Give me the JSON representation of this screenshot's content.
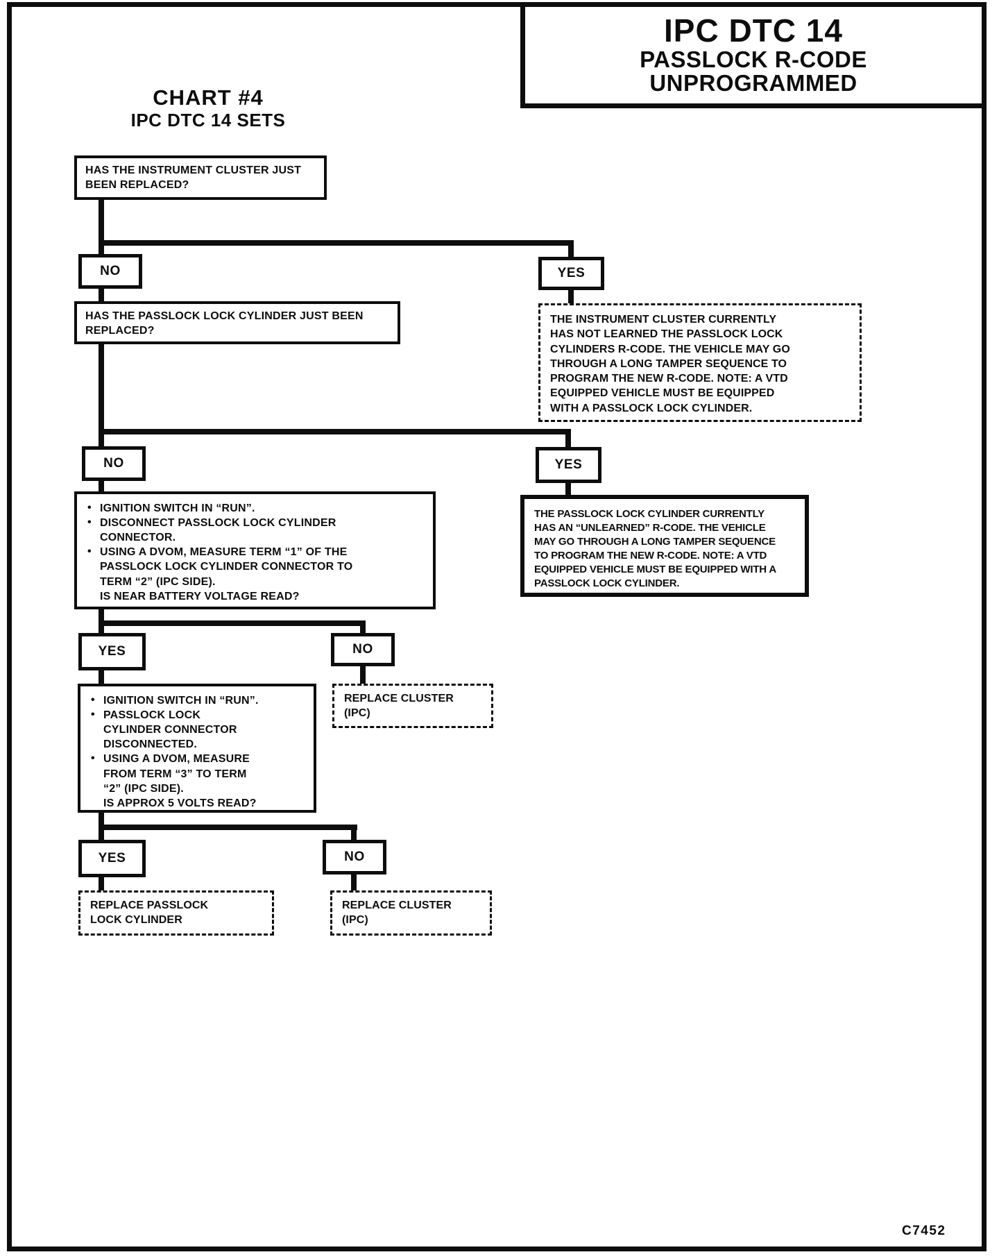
{
  "colors": {
    "ink": "#0d0d0d",
    "paper": "#ffffff"
  },
  "title_box": {
    "line1": "IPC DTC 14",
    "line2": "PASSLOCK R-CODE",
    "line3": "UNPROGRAMMED"
  },
  "chart_heading": {
    "line1": "CHART #4",
    "line2": "IPC DTC 14 SETS"
  },
  "flow": {
    "q1": {
      "text": "HAS THE INSTRUMENT CLUSTER JUST\nBEEN REPLACED?"
    },
    "no1": "NO",
    "yes1": "YES",
    "q2": {
      "text": "HAS THE PASSLOCK LOCK CYLINDER JUST BEEN\nREPLACED?"
    },
    "info_yes1": {
      "lines": [
        "THE INSTRUMENT CLUSTER CURRENTLY",
        "HAS NOT LEARNED THE PASSLOCK LOCK",
        "CYLINDERS R-CODE. THE VEHICLE MAY GO",
        "THROUGH A LONG TAMPER SEQUENCE TO",
        "PROGRAM THE NEW R-CODE. NOTE: A VTD",
        "EQUIPPED VEHICLE MUST BE EQUIPPED",
        "WITH A PASSLOCK LOCK CYLINDER."
      ]
    },
    "no2": "NO",
    "yes2": "YES",
    "info_yes2": {
      "lines": [
        "THE PASSLOCK LOCK CYLINDER CURRENTLY",
        "HAS AN “UNLEARNED” R-CODE. THE VEHICLE",
        "MAY GO THROUGH A LONG TAMPER SEQUENCE",
        "TO PROGRAM THE NEW R-CODE. NOTE: A VTD",
        "EQUIPPED VEHICLE MUST BE EQUIPPED WITH A",
        "PASSLOCK LOCK CYLINDER."
      ]
    },
    "test1": {
      "bullets": [
        "IGNITION SWITCH IN “RUN”.",
        "DISCONNECT PASSLOCK LOCK CYLINDER\nCONNECTOR.",
        "USING A DVOM, MEASURE TERM “1” OF THE\nPASSLOCK LOCK CYLINDER CONNECTOR TO\nTERM “2” (IPC SIDE)."
      ],
      "question": "IS NEAR BATTERY VOLTAGE READ?"
    },
    "yes3": "YES",
    "no3": "NO",
    "replace_cluster_1": {
      "text": "REPLACE CLUSTER\n(IPC)"
    },
    "test2": {
      "bullets": [
        "IGNITION SWITCH IN “RUN”.",
        "PASSLOCK LOCK\nCYLINDER CONNECTOR\nDISCONNECTED.",
        "USING A DVOM, MEASURE\nFROM TERM “3” TO TERM\n“2” (IPC SIDE)."
      ],
      "question": "IS APPROX 5 VOLTS READ?"
    },
    "yes4": "YES",
    "no4": "NO",
    "replace_passlock": {
      "text": "REPLACE PASSLOCK\nLOCK CYLINDER"
    },
    "replace_cluster_2": {
      "text": "REPLACE CLUSTER\n(IPC)"
    }
  },
  "plate_code": "C7452"
}
